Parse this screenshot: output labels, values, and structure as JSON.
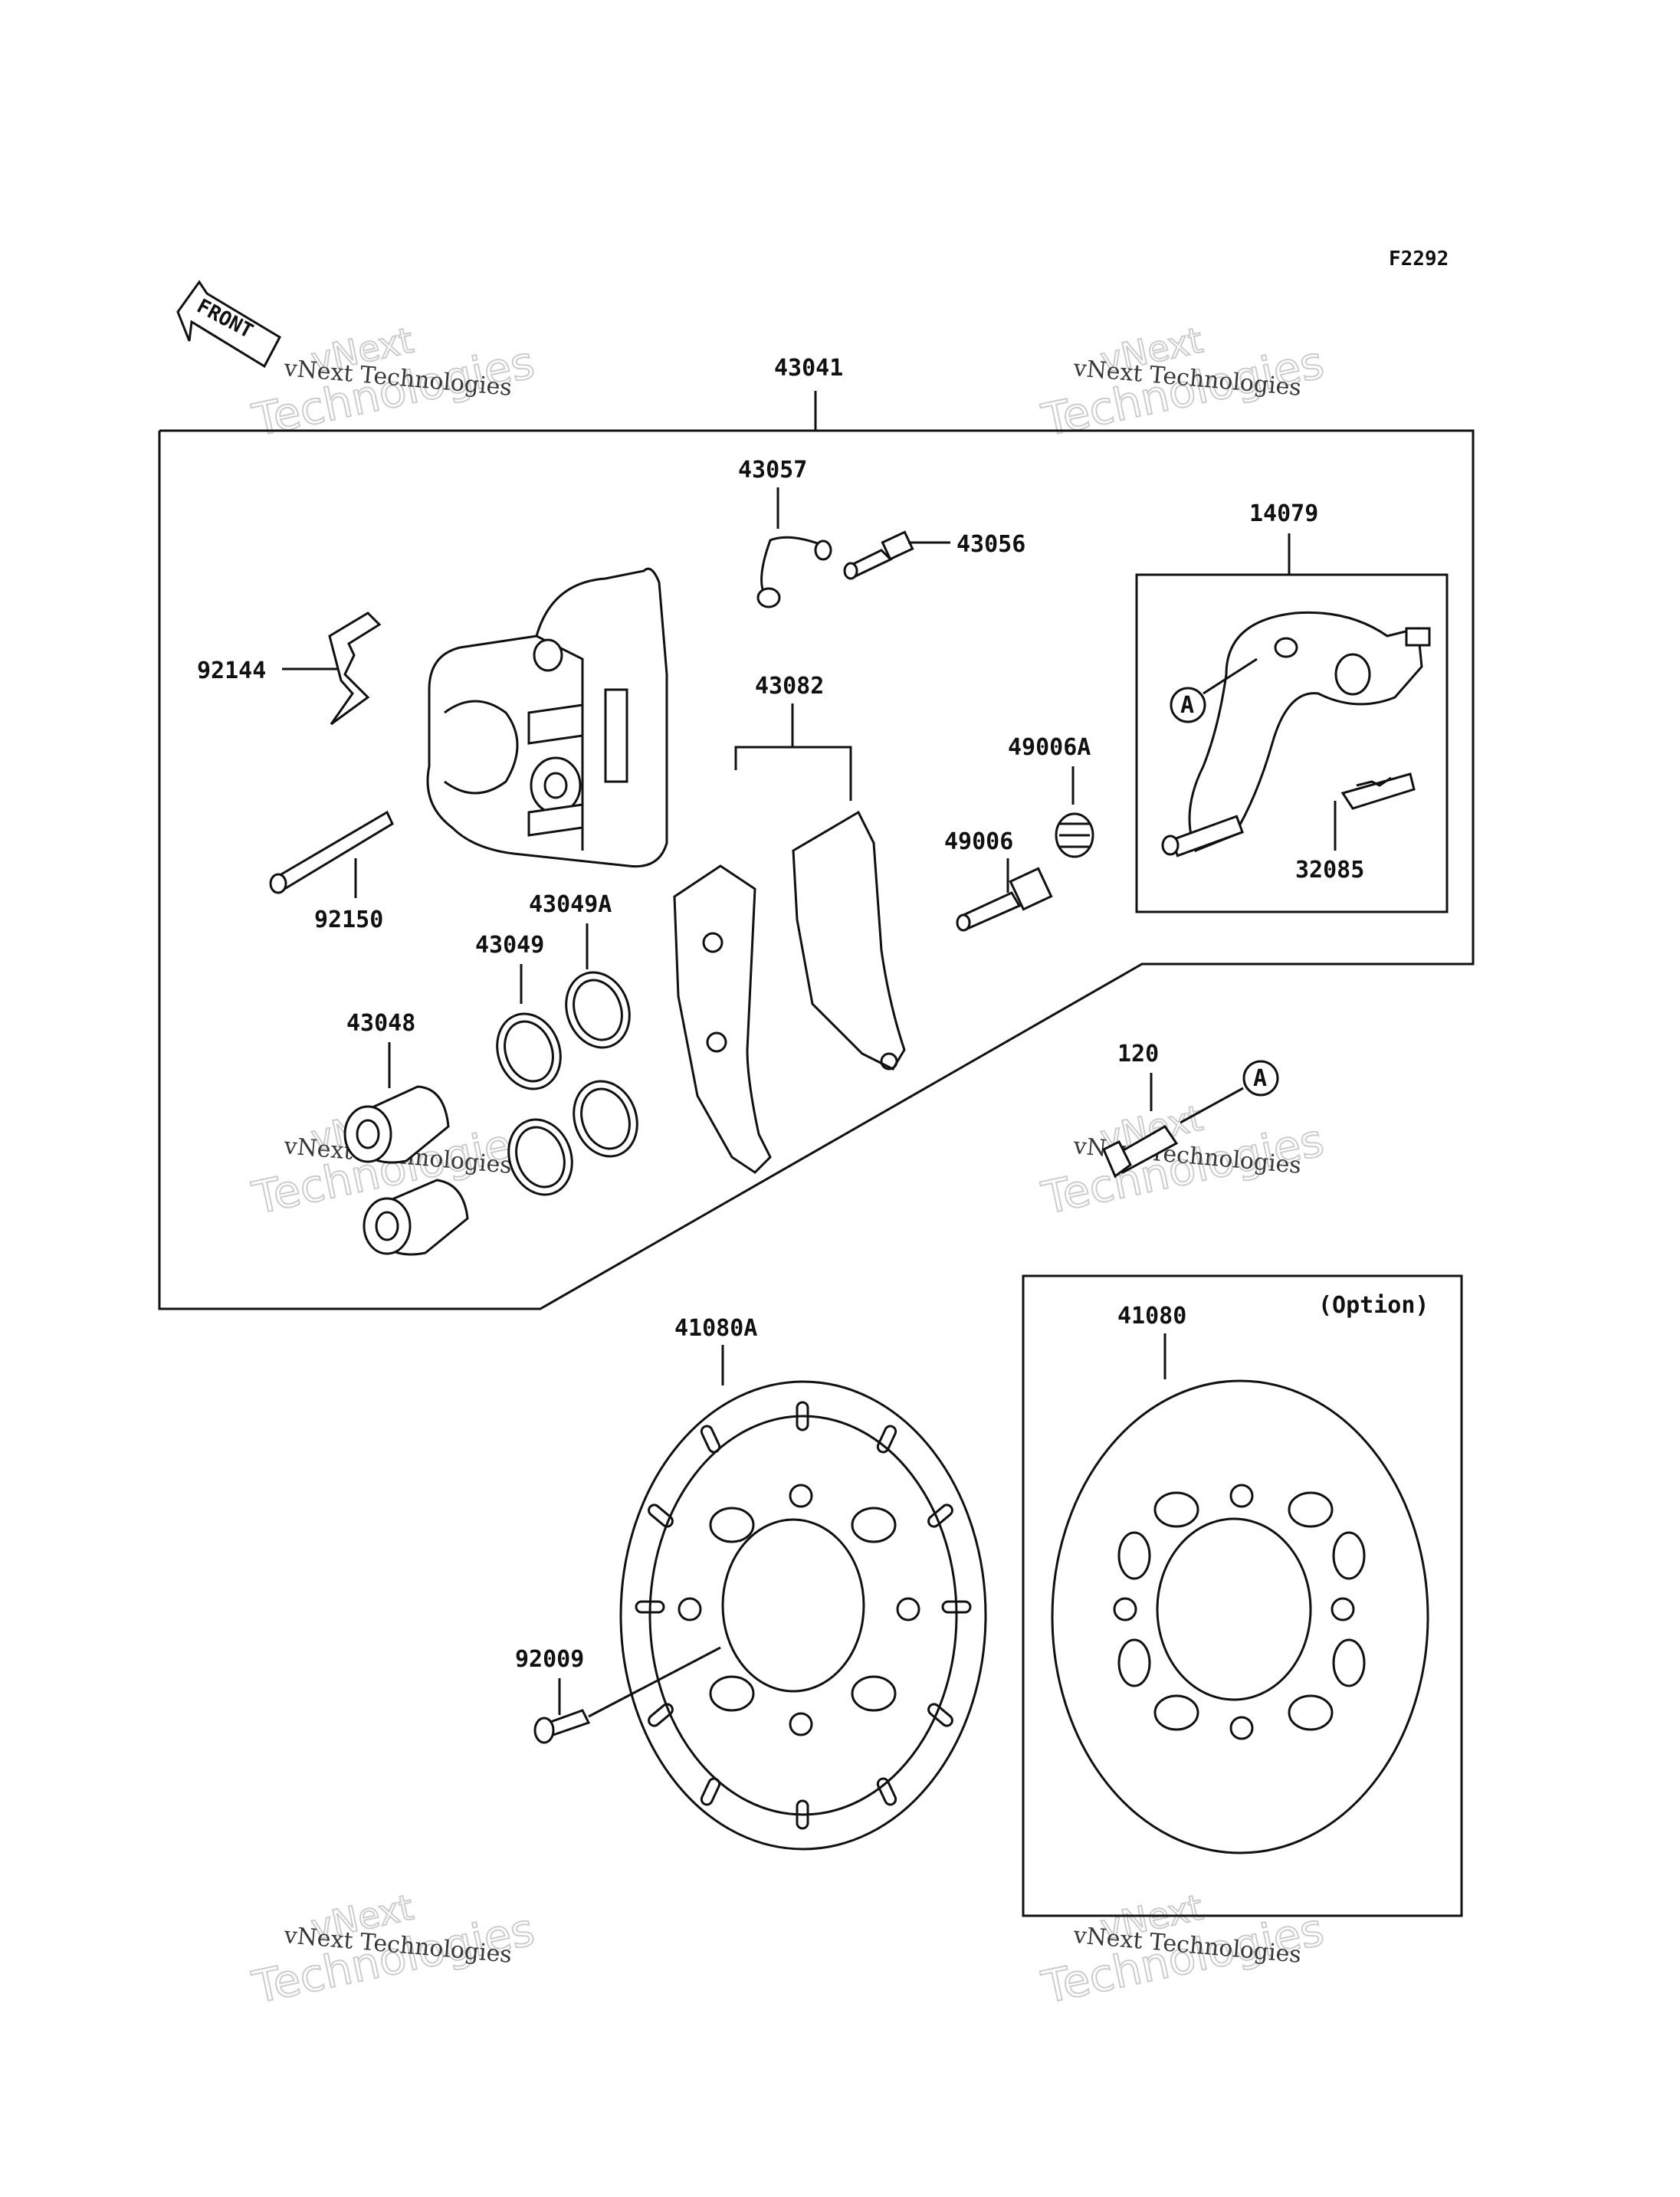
{
  "figure_code": "F2292",
  "front_arrow_text": "FRONT",
  "option_label": "(Option)",
  "reference_marks": {
    "mark_a1": "A",
    "mark_a2": "A"
  },
  "watermark": {
    "line1": "vNext Technologies",
    "line2": "Technologies",
    "line3": "vNext"
  },
  "parts": {
    "p43041": "43041",
    "p43057": "43057",
    "p43056": "43056",
    "p14079": "14079",
    "p92144": "92144",
    "p43082": "43082",
    "p49006A": "49006A",
    "p49006": "49006",
    "p32085": "32085",
    "p92150": "92150",
    "p43049A": "43049A",
    "p43049": "43049",
    "p43048": "43048",
    "p120": "120",
    "p41080A": "41080A",
    "p41080": "41080",
    "p92009": "92009"
  },
  "colors": {
    "ink": "#111111",
    "watermark_outline": "#c8c8c8",
    "background": "#ffffff"
  }
}
